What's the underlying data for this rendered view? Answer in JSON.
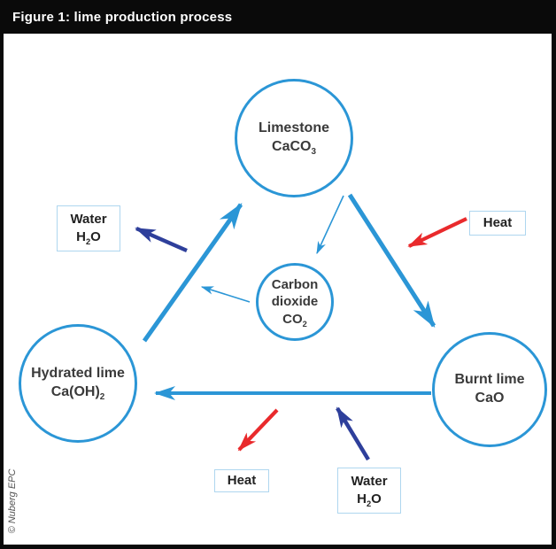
{
  "header": {
    "title": "Figure 1: lime production process"
  },
  "colors": {
    "accent_blue": "#2b96d6",
    "box_border_blue": "#aed6ef",
    "navy_arrow": "#2e3f9b",
    "red_arrow": "#e92a2c",
    "text_dark": "#3a3a3a",
    "titlebar_bg": "#0a0a0a",
    "titlebar_text": "#ffffff"
  },
  "diagram": {
    "circles": {
      "limestone": {
        "name": "Limestone",
        "formula_pre": "CaCO",
        "formula_sub": "3",
        "formula_post": ""
      },
      "carbon_dioxide": {
        "name": "Carbon dioxide",
        "formula_pre": "CO",
        "formula_sub": "2",
        "formula_post": ""
      },
      "hydrated_lime": {
        "name": "Hydrated lime",
        "formula_pre": "Ca(OH)",
        "formula_sub": "2",
        "formula_post": ""
      },
      "burnt_lime": {
        "name": "Burnt lime",
        "formula_pre": "CaO",
        "formula_sub": "",
        "formula_post": ""
      }
    },
    "boxes": {
      "water_top_left": {
        "label": "Water",
        "formula_pre": "H",
        "formula_sub": "2",
        "formula_post": "O"
      },
      "heat_top_right": {
        "label": "Heat"
      },
      "heat_bottom": {
        "label": "Heat"
      },
      "water_bottom": {
        "label": "Water",
        "formula_pre": "H",
        "formula_sub": "2",
        "formula_post": "O"
      }
    }
  },
  "footer": {
    "copyright": "© Nuberg EPC"
  }
}
